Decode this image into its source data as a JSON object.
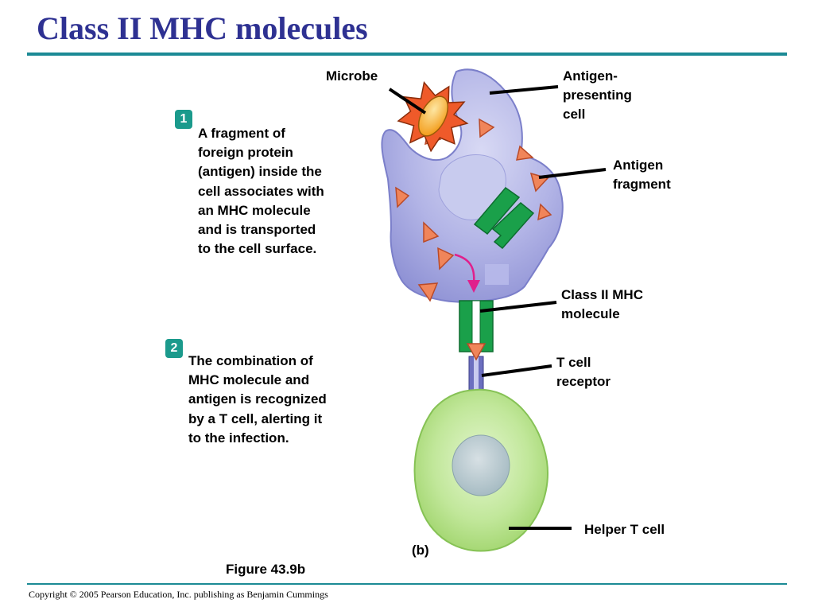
{
  "slide": {
    "title": "Class II MHC molecules",
    "figure_label": "Figure 43.9b",
    "panel_label": "(b)",
    "copyright": "Copyright © 2005 Pearson Education, Inc. publishing as Benjamin Cummings"
  },
  "steps": [
    {
      "number": "1",
      "text": "A fragment of\nforeign protein\n(antigen) inside the\ncell associates with\nan MHC molecule\nand is transported\nto the cell surface."
    },
    {
      "number": "2",
      "text": "The combination of\nMHC molecule and\nantigen is recognized\nby a T cell, alerting it\nto the infection."
    }
  ],
  "labels": {
    "microbe": "Microbe",
    "antigen_presenting_cell": "Antigen-\npresenting\ncell",
    "antigen_fragment": "Antigen\nfragment",
    "class_ii_mhc": "Class II MHC\nmolecule",
    "t_cell_receptor": "T cell\nreceptor",
    "helper_t_cell": "Helper T cell"
  },
  "colors": {
    "title": "#2e3192",
    "rule": "#1b8a95",
    "badge": "#1b9a8c",
    "apc_fill": "#a7a9e0",
    "t_cell_fill": "#b6e08d",
    "mhc_green": "#1aa04a",
    "antigen_orange": "#f0855a",
    "microbe_fill": "#f6a21e",
    "arrow_magenta": "#e0208c"
  }
}
